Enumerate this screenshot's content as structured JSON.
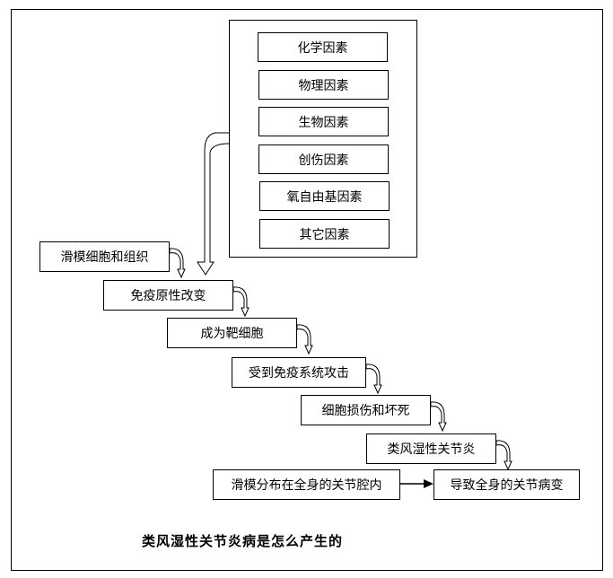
{
  "factors": [
    "化学因素",
    "物理因素",
    "生物因素",
    "创伤因素",
    "氧自由基因素",
    "其它因素"
  ],
  "steps": [
    "滑模细胞和组织",
    "免疫原性改变",
    "成为靶细胞",
    "受到免疫系统攻击",
    "细胞损伤和坏死",
    "类风湿性关节炎"
  ],
  "side_cause": "滑模分布在全身的关节腔内",
  "result": "导致全身的关节病变",
  "caption": "类风湿性关节炎病是怎么产生的"
}
